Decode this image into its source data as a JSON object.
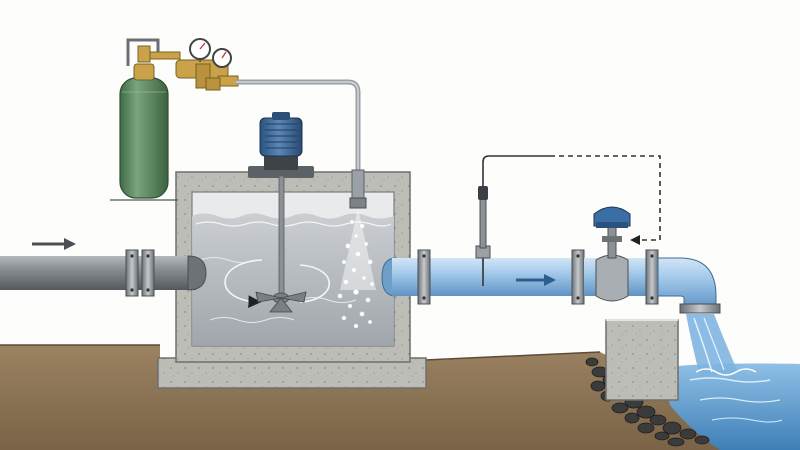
{
  "diagram": {
    "components": [
      {
        "id": "gas-cylinder",
        "icon": "gas-cylinder-icon"
      },
      {
        "id": "pressure-regulator",
        "icon": "pressure-gauge-icon"
      },
      {
        "id": "injection-nozzle",
        "icon": "spray-nozzle-icon"
      },
      {
        "id": "mixer-motor",
        "icon": "motor-icon"
      },
      {
        "id": "mixing-tank",
        "icon": "concrete-tank-icon"
      },
      {
        "id": "sensor-probe",
        "icon": "probe-icon"
      },
      {
        "id": "control-valve",
        "icon": "actuated-valve-icon"
      },
      {
        "id": "discharge-outlet",
        "icon": "outlet-icon"
      }
    ],
    "flows": [
      {
        "id": "inlet-flow",
        "direction": "right"
      },
      {
        "id": "treated-flow",
        "direction": "right"
      },
      {
        "id": "control-signal",
        "style": "dashed",
        "from": "sensor-probe",
        "to": "control-valve"
      }
    ],
    "colors": {
      "cylinder": "#5e8d62",
      "brass": "#c9a24a",
      "gray_pipe": "#7d8287",
      "treated_pipe": "#9cc3e6",
      "water": "#4d8fc4",
      "concrete": "#b7b7b2",
      "soil": "#8a7356",
      "motor": "#3a6ea5"
    }
  }
}
